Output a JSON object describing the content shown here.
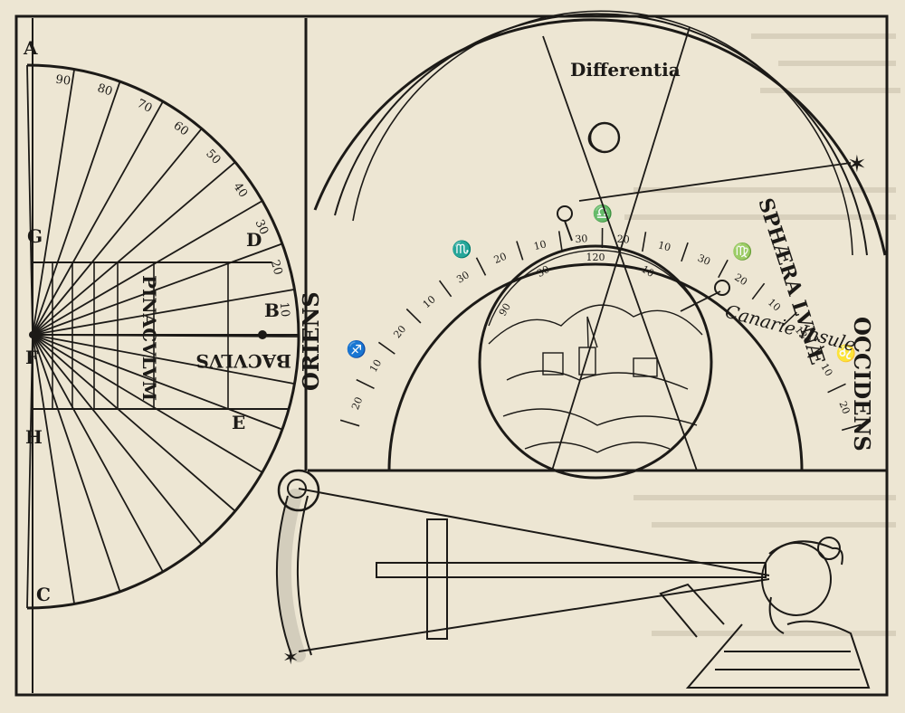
{
  "colors": {
    "paper": "#ede6d3",
    "ink": "#1c1a17",
    "bleed_text": "#c9c0aa"
  },
  "quadrant": {
    "corner_labels": {
      "top_left": "A",
      "upper_mid": "G",
      "center": "F",
      "lower_mid": "H",
      "bottom": "C",
      "arc_point_d": "D",
      "arc_point_b": "B",
      "lower_point_e": "E"
    },
    "scale_numbers": [
      "90",
      "80",
      "70",
      "60",
      "50",
      "40",
      "30",
      "20",
      "10"
    ],
    "pinnacula": "PINACVLVM",
    "baculus": "BACVLVS"
  },
  "sky": {
    "orient": "ORIENS",
    "occident": "OCCIDENS",
    "sphere_label": "SPHÆRA LVNÆ",
    "difference": "Differentia",
    "canaries": "Canarie Insule",
    "zodiac_signs": [
      "♐",
      "♏",
      "♎",
      "♍",
      "♌"
    ],
    "zodiac_numbers": [
      "20",
      "10",
      "20",
      "10",
      "30",
      "20",
      "10",
      "30",
      "20",
      "10",
      "30",
      "20",
      "10",
      "120",
      "10",
      "20"
    ],
    "globe_numbers": [
      "90",
      "30",
      "120",
      "10"
    ]
  }
}
